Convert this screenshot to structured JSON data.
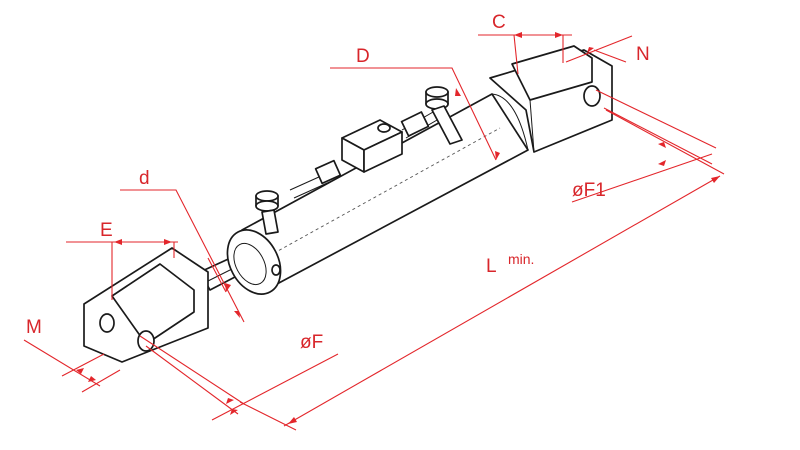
{
  "labels": {
    "c": "C",
    "n": "N",
    "d_upper": "D",
    "d_lower": "d",
    "f1": "øF1",
    "e": "E",
    "l": "L",
    "l_suffix": "min.",
    "m": "M",
    "f": "øF"
  },
  "colors": {
    "dimension": "#e3262b",
    "outline": "#1a1a1a",
    "background": "#ffffff"
  }
}
